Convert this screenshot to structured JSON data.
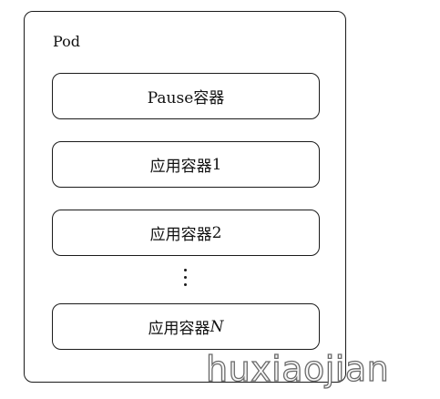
{
  "pod": {
    "label": "Pod",
    "pause_container": "Pause容器",
    "app_containers": [
      {
        "prefix": "应用容器",
        "suffix": "1"
      },
      {
        "prefix": "应用容器",
        "suffix": "2"
      },
      {
        "prefix": "应用容器",
        "suffix": "N"
      }
    ],
    "ellipsis": "⋮"
  },
  "watermark": "huxiaojian"
}
